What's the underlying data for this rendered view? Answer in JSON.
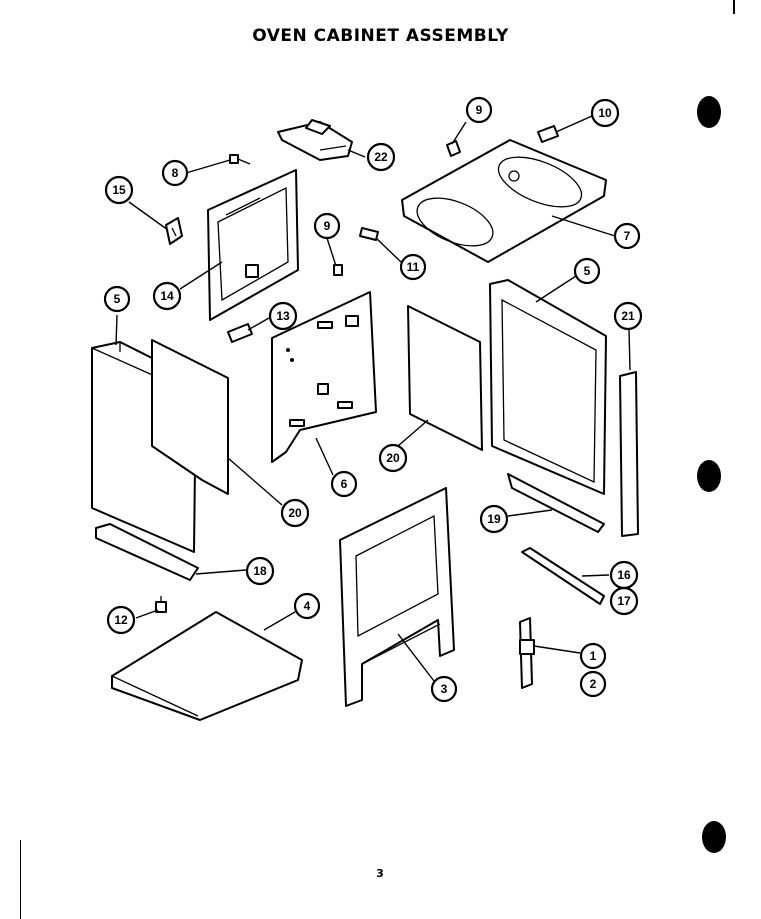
{
  "title": "OVEN CABINET ASSEMBLY",
  "page_number": "3",
  "callouts": {
    "c1": "1",
    "c2": "2",
    "c3": "3",
    "c4": "4",
    "c5a": "5",
    "c5b": "5",
    "c6": "6",
    "c7": "7",
    "c8": "8",
    "c9a": "9",
    "c9b": "9",
    "c10": "10",
    "c11": "11",
    "c12": "12",
    "c13": "13",
    "c14": "14",
    "c15": "15",
    "c16": "16",
    "c17": "17",
    "c18": "18",
    "c19": "19",
    "c20a": "20",
    "c20b": "20",
    "c21": "21",
    "c22": "22"
  }
}
